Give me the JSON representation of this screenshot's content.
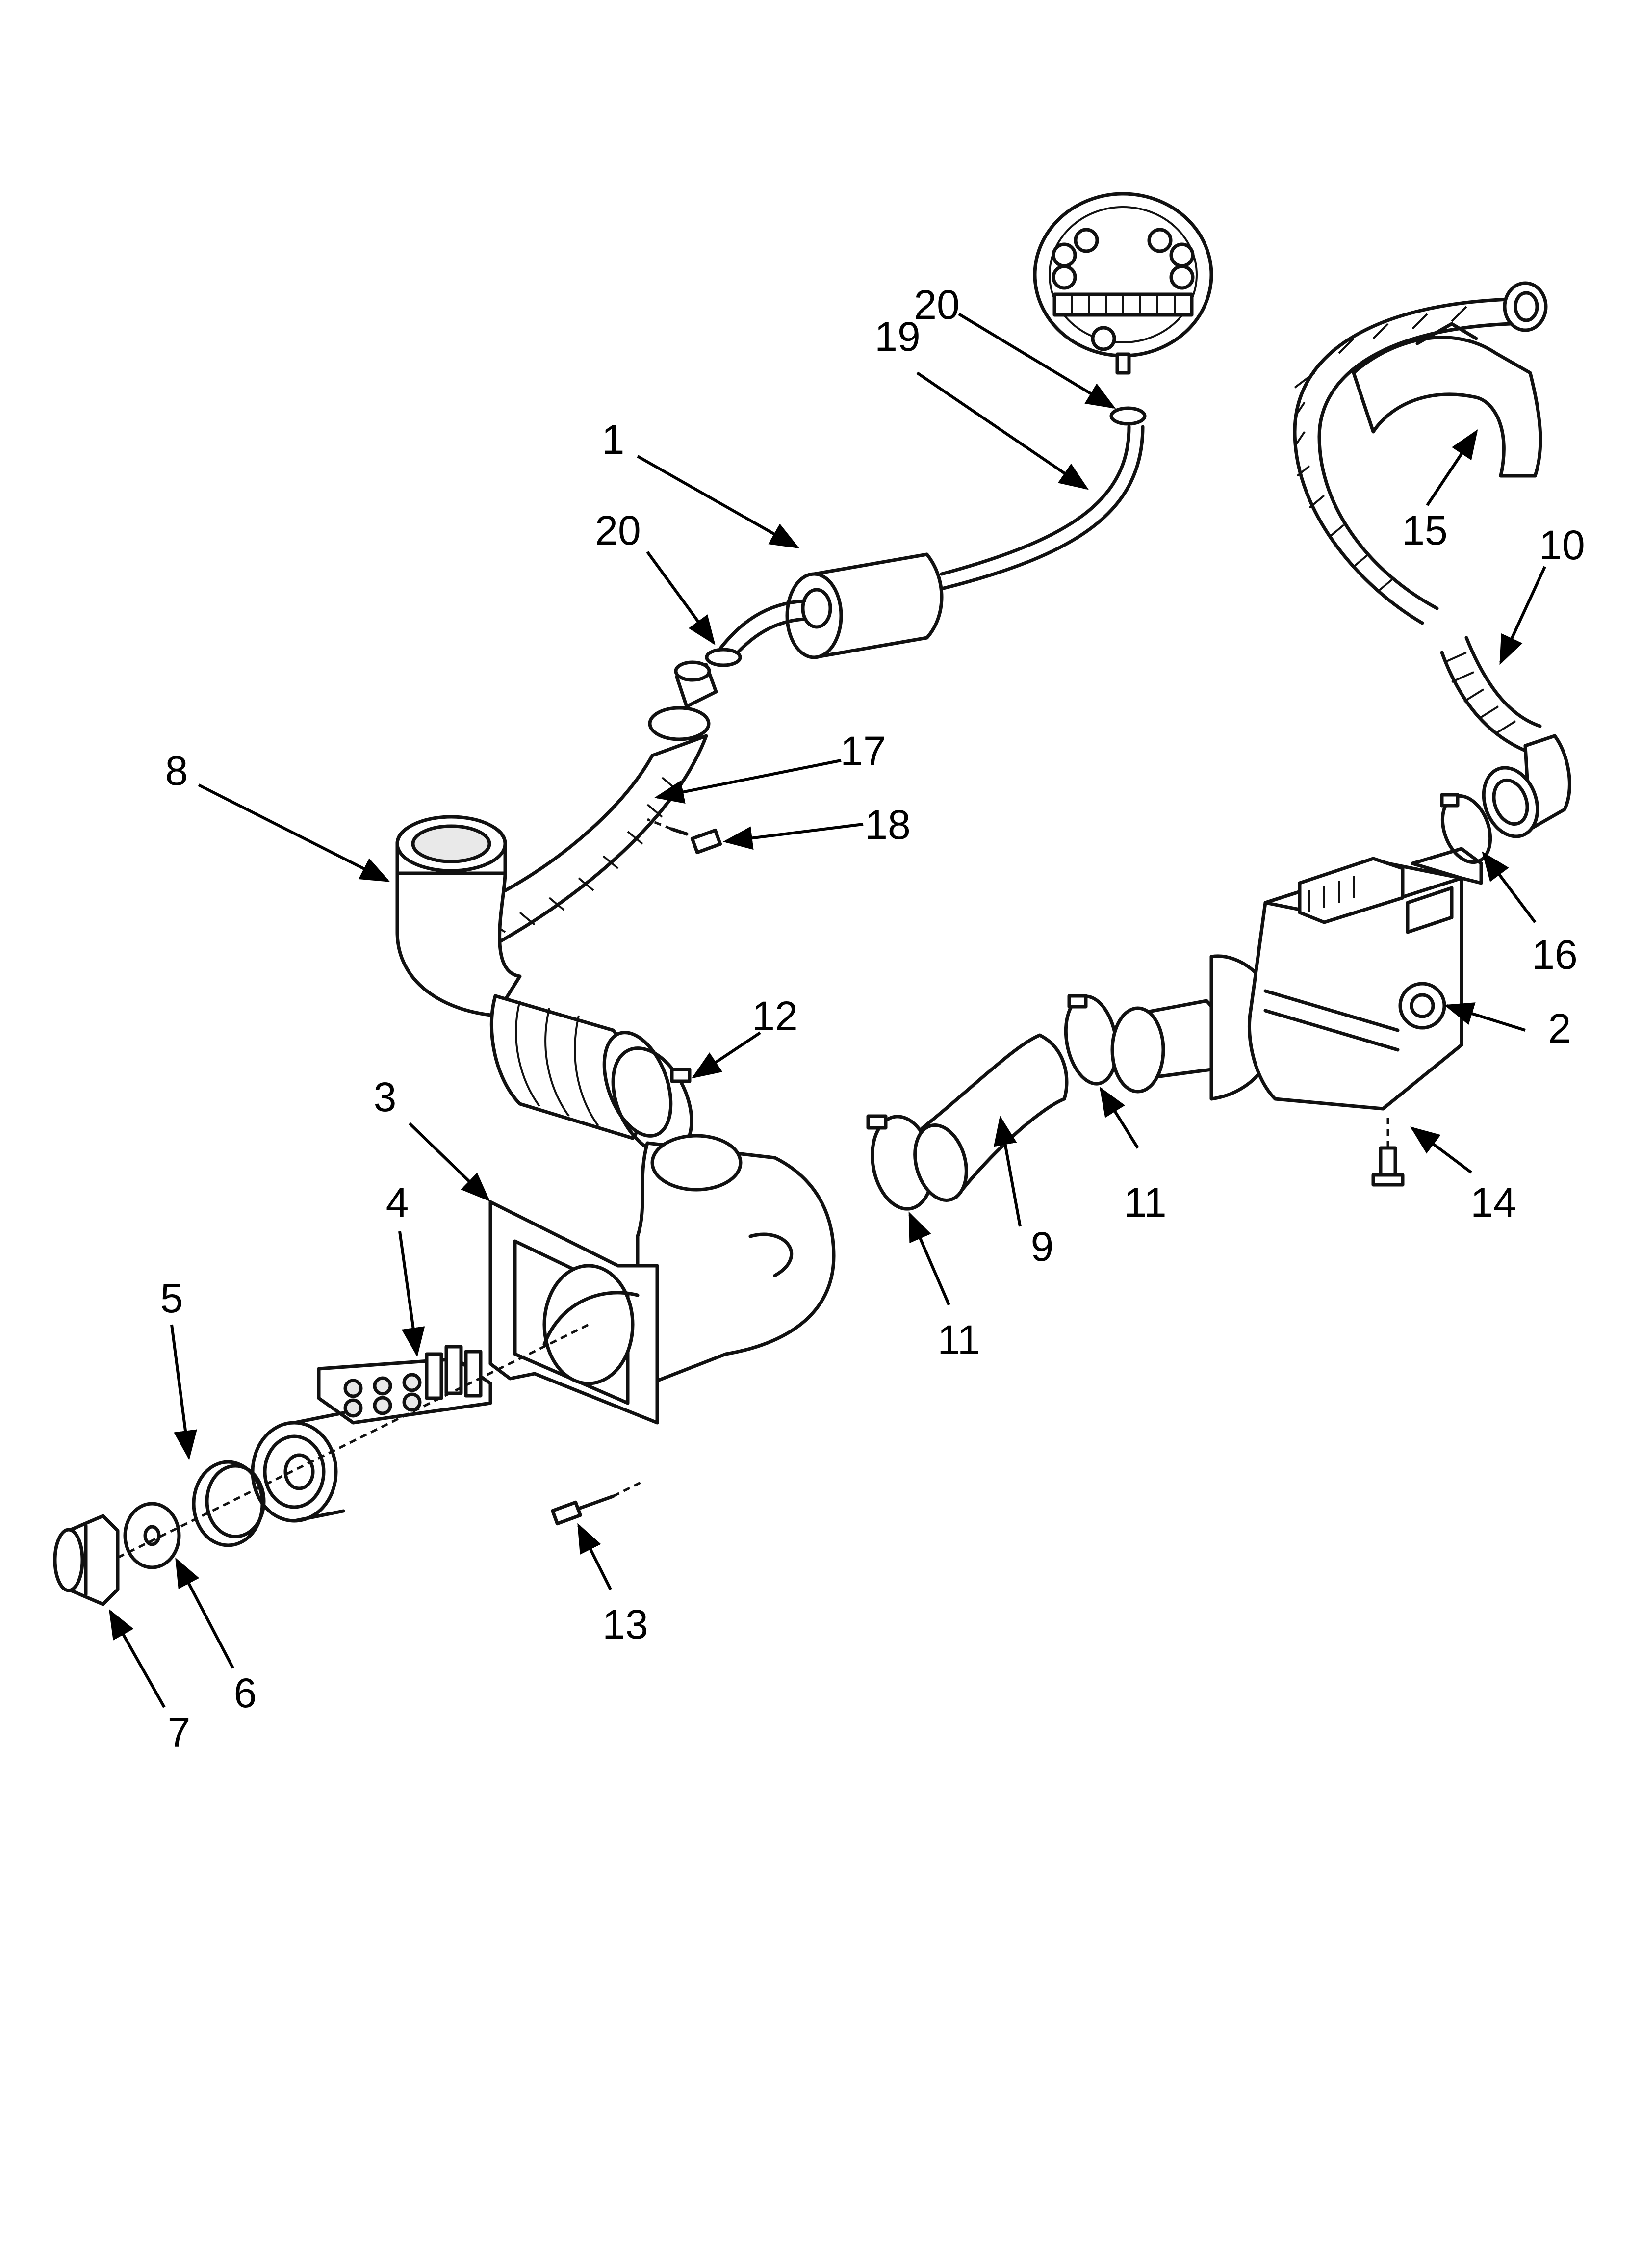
{
  "callouts": [
    {
      "label": "1"
    },
    {
      "label": "2"
    },
    {
      "label": "3"
    },
    {
      "label": "4"
    },
    {
      "label": "5"
    },
    {
      "label": "6"
    },
    {
      "label": "7"
    },
    {
      "label": "8"
    },
    {
      "label": "9"
    },
    {
      "label": "10"
    },
    {
      "label": "11"
    },
    {
      "label": "11"
    },
    {
      "label": "12"
    },
    {
      "label": "13"
    },
    {
      "label": "14"
    },
    {
      "label": "15"
    },
    {
      "label": "16"
    },
    {
      "label": "17"
    },
    {
      "label": "18"
    },
    {
      "label": "19"
    },
    {
      "label": "20"
    },
    {
      "label": "20"
    }
  ]
}
